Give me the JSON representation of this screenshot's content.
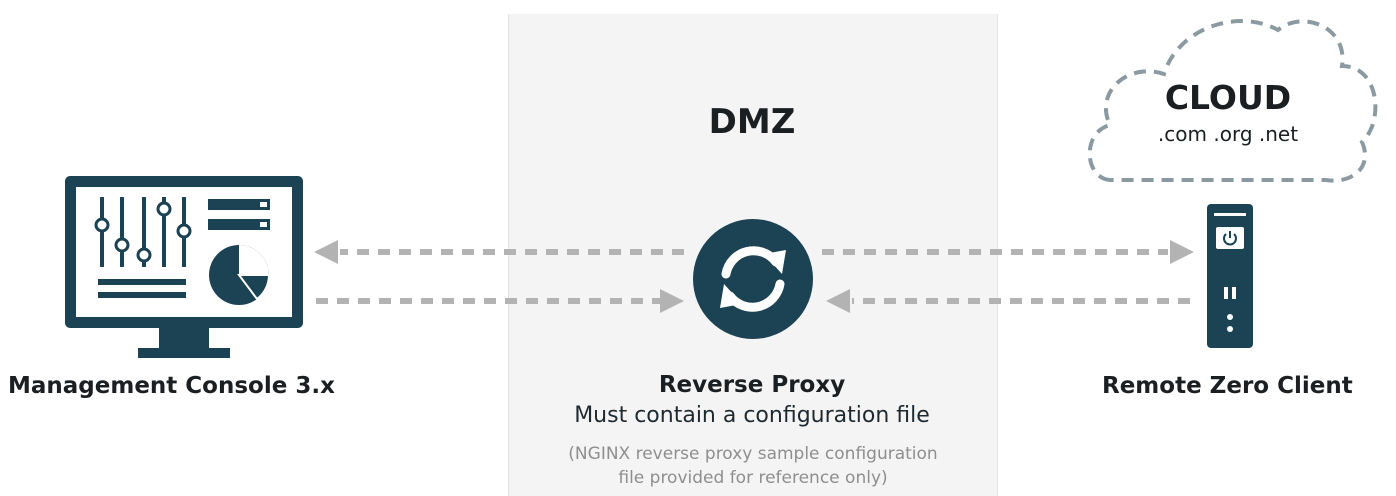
{
  "dmz": {
    "title": "DMZ"
  },
  "management_console": {
    "label": "Management Console 3.x",
    "icon": "monitor-dashboard-icon"
  },
  "reverse_proxy": {
    "title": "Reverse Proxy",
    "description": "Must contain a configuration file",
    "note_line1": "(NGINX reverse proxy sample configuration",
    "note_line2": "file provided for reference only)",
    "icon": "sync-icon"
  },
  "remote_zero_client": {
    "label": "Remote Zero Client",
    "icon": "zero-client-device-icon"
  },
  "cloud": {
    "title": "CLOUD",
    "domains": ".com .org .net",
    "icon": "cloud-icon"
  },
  "colors": {
    "icon_dark": "#1c4354",
    "arrow_gray": "#b3b3b3",
    "dmz_bg": "#f4f4f4",
    "note_gray": "#8e8e8e"
  }
}
